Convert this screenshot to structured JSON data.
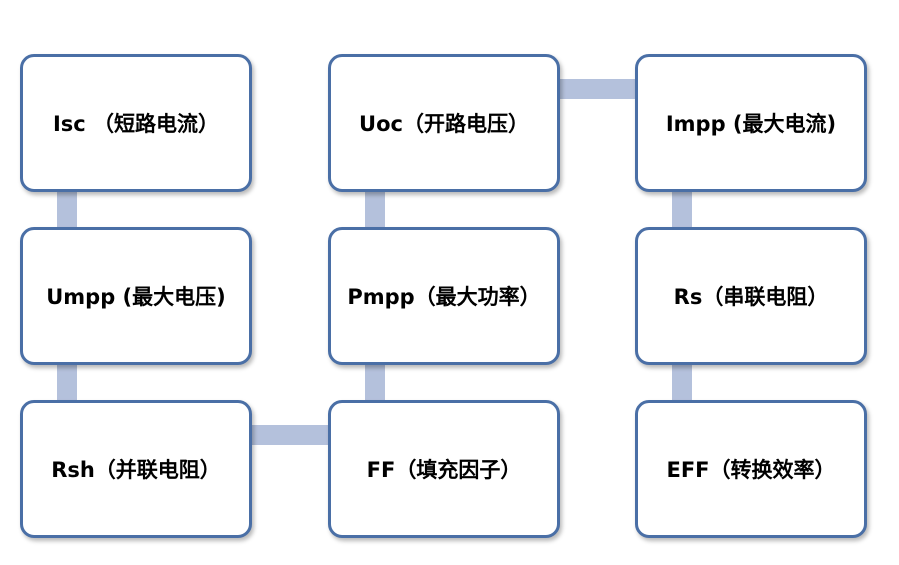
{
  "nodes": {
    "isc": "Isc （短路电流）",
    "uoc": "Uoc（开路电压）",
    "impp": "Impp (最大电流)",
    "umpp": "Umpp (最大电压)",
    "pmpp": "Pmpp（最大功率）",
    "rs": "Rs（串联电阻）",
    "rsh": "Rsh（并联电阻）",
    "ff": "FF（填充因子）",
    "eff": "EFF（转换效率）"
  },
  "colors": {
    "node_border": "#4a6fa6",
    "connector": "#b4c1dc",
    "node_fill": "#ffffff"
  }
}
